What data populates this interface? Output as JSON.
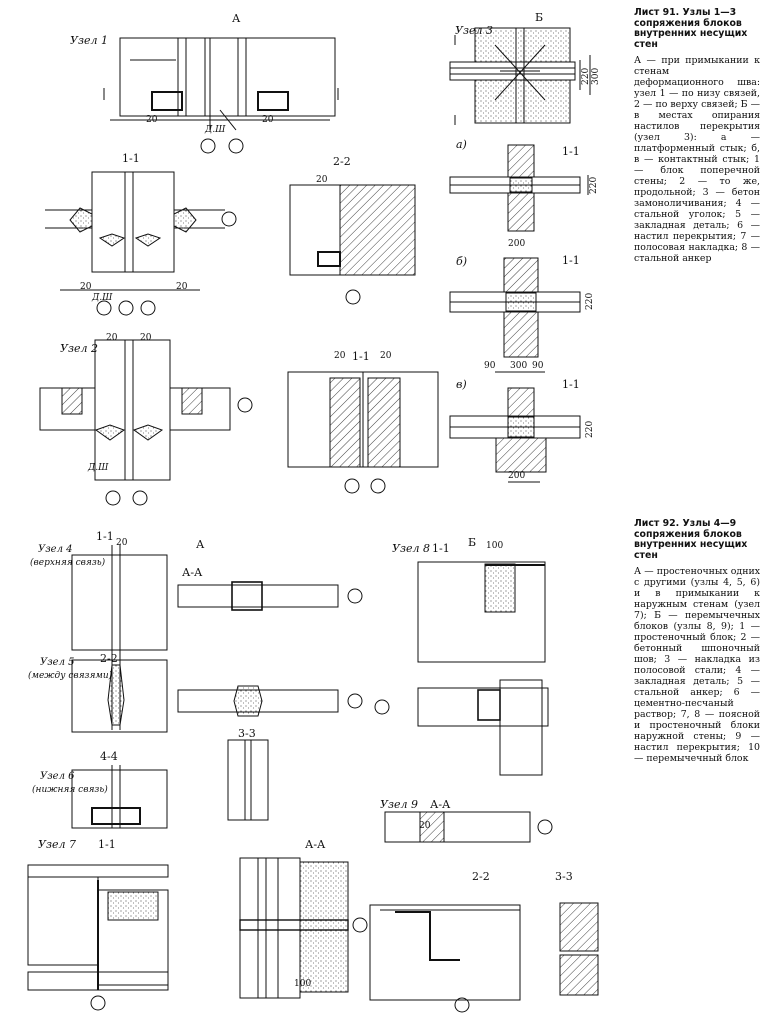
{
  "sheet91": {
    "heading": "Лист 91. Узлы 1—3 сопряжения блоков внутренних несущих стен",
    "legend": "А — при примыкании к стенам деформационного шва: узел 1 — по низу связей, 2 — по верху связей; Б — в местах опирания настилов перекрытия (узел 3): а — платформенный стык; б, в — контактный стык; 1 — блок поперечной стены; 2 — то же, продольной; 3 — бетон замоноличивания; 4 — стальной уголок; 5 — закладная деталь; 6 — настил перекрытия; 7 — полосовая накладка; 8 — стальной анкер"
  },
  "sheet92": {
    "heading": "Лист 92. Узлы 4—9 сопряжения блоков внутренних несущих стен",
    "legend": "А — простеночных одних с другими (узлы 4, 5, 6) и в примыкании к наружным стенам (узел 7); Б — перемычечных блоков (узлы 8, 9); 1 — простеночный блок; 2 — бетонный шпоночный шов; 3 — накладка из полосовой стали; 4 — закладная деталь; 5 — стальной анкер; 6 — цементно-песчаный раствор; 7, 8 — поясной и простеночный блоки наружной стены; 9 — настил перекрытия; 10 — перемычечный блок"
  },
  "labels": {
    "A": "А",
    "B": "Б",
    "uzel1": "Узел 1",
    "uzel2": "Узел 2",
    "uzel3": "Узел 3",
    "uzel4": "Узел 4",
    "uzel4_note": "(верхняя связь)",
    "uzel5": "Узел 5",
    "uzel5_note": "(между связями)",
    "uzel6": "Узел 6",
    "uzel6_note": "(нижняя связь)",
    "uzel7": "Узел 7",
    "uzel8": "Узел 8",
    "uzel9": "Узел 9",
    "s11": "1-1",
    "s22": "2-2",
    "s33": "3-3",
    "s44": "4-4",
    "sAA": "А-А",
    "va": "а)",
    "vb": "б)",
    "vv": "в)",
    "dsh": "Д.Ш",
    "d20": "20",
    "d90": "90",
    "d100": "100",
    "d200": "200",
    "d220": "220",
    "d300": "300"
  },
  "colors": {
    "ink": "#111111",
    "paper": "#ffffff",
    "concrete": "#bdbdbd"
  }
}
